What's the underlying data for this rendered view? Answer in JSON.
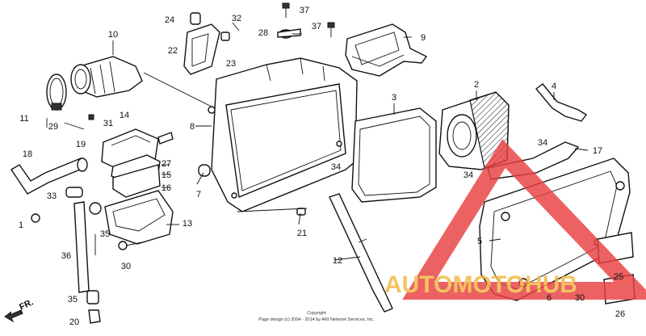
{
  "diagram": {
    "part_numbers": [
      "1",
      "2",
      "3",
      "4",
      "5",
      "6",
      "7",
      "8",
      "9",
      "10",
      "11",
      "12",
      "13",
      "14",
      "15",
      "16",
      "17",
      "18",
      "19",
      "20",
      "21",
      "22",
      "23",
      "24",
      "25",
      "26",
      "27",
      "28",
      "29",
      "30",
      "30",
      "31",
      "32",
      "33",
      "34",
      "34",
      "34",
      "35",
      "35",
      "36",
      "37",
      "37"
    ],
    "direction_label": "FR.",
    "copyright_line1": "Copyright",
    "copyright_line2": "Page design (c) 2004 - 2014 by ARI Network Services, Inc."
  },
  "watermark": {
    "text_part1": "AUTOMOTO",
    "text_part2": "HUB",
    "color_gold": "#f2b640",
    "color_red": "#e84040",
    "color_dark": "#555555"
  }
}
